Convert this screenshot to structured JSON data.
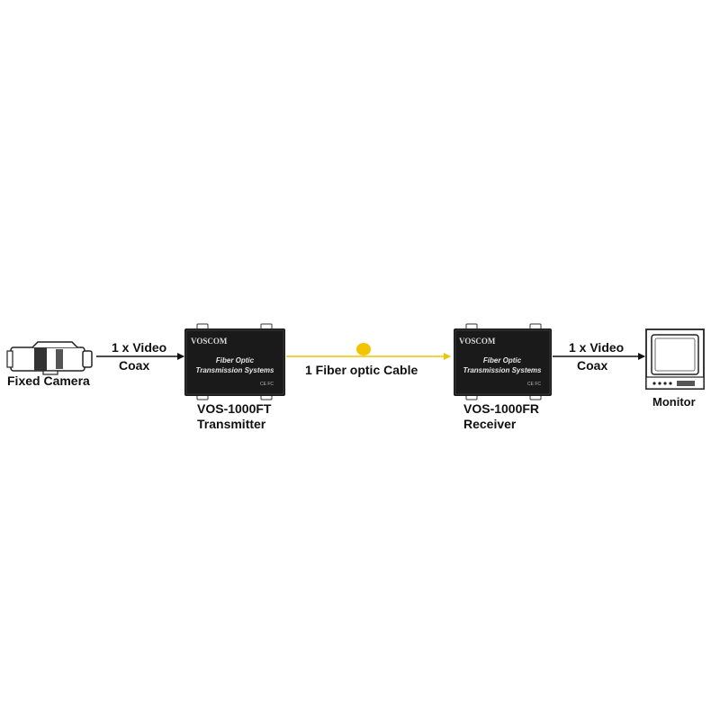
{
  "colors": {
    "cable": "#f2c400",
    "device": "#1a1a1a",
    "arrow": "#111111"
  },
  "camera": {
    "label": "Fixed Camera",
    "icon": "camera-icon"
  },
  "link_in": {
    "line1": "1 x Video",
    "line2": "Coax"
  },
  "transmitter": {
    "brand": "VOSCOM",
    "text1": "Fiber Optic",
    "text2": "Transmission Systems",
    "marks": "CE FC",
    "model": "VOS-1000FT",
    "role": "Transmitter"
  },
  "fiber": {
    "label": "1 Fiber optic Cable"
  },
  "receiver": {
    "brand": "VOSCOM",
    "text1": "Fiber Optic",
    "text2": "Transmission Systems",
    "marks": "CE FC",
    "model": "VOS-1000FR",
    "role": "Receiver"
  },
  "link_out": {
    "line1": "1 x Video",
    "line2": "Coax"
  },
  "monitor": {
    "label": "Monitor",
    "icon": "monitor-icon"
  }
}
